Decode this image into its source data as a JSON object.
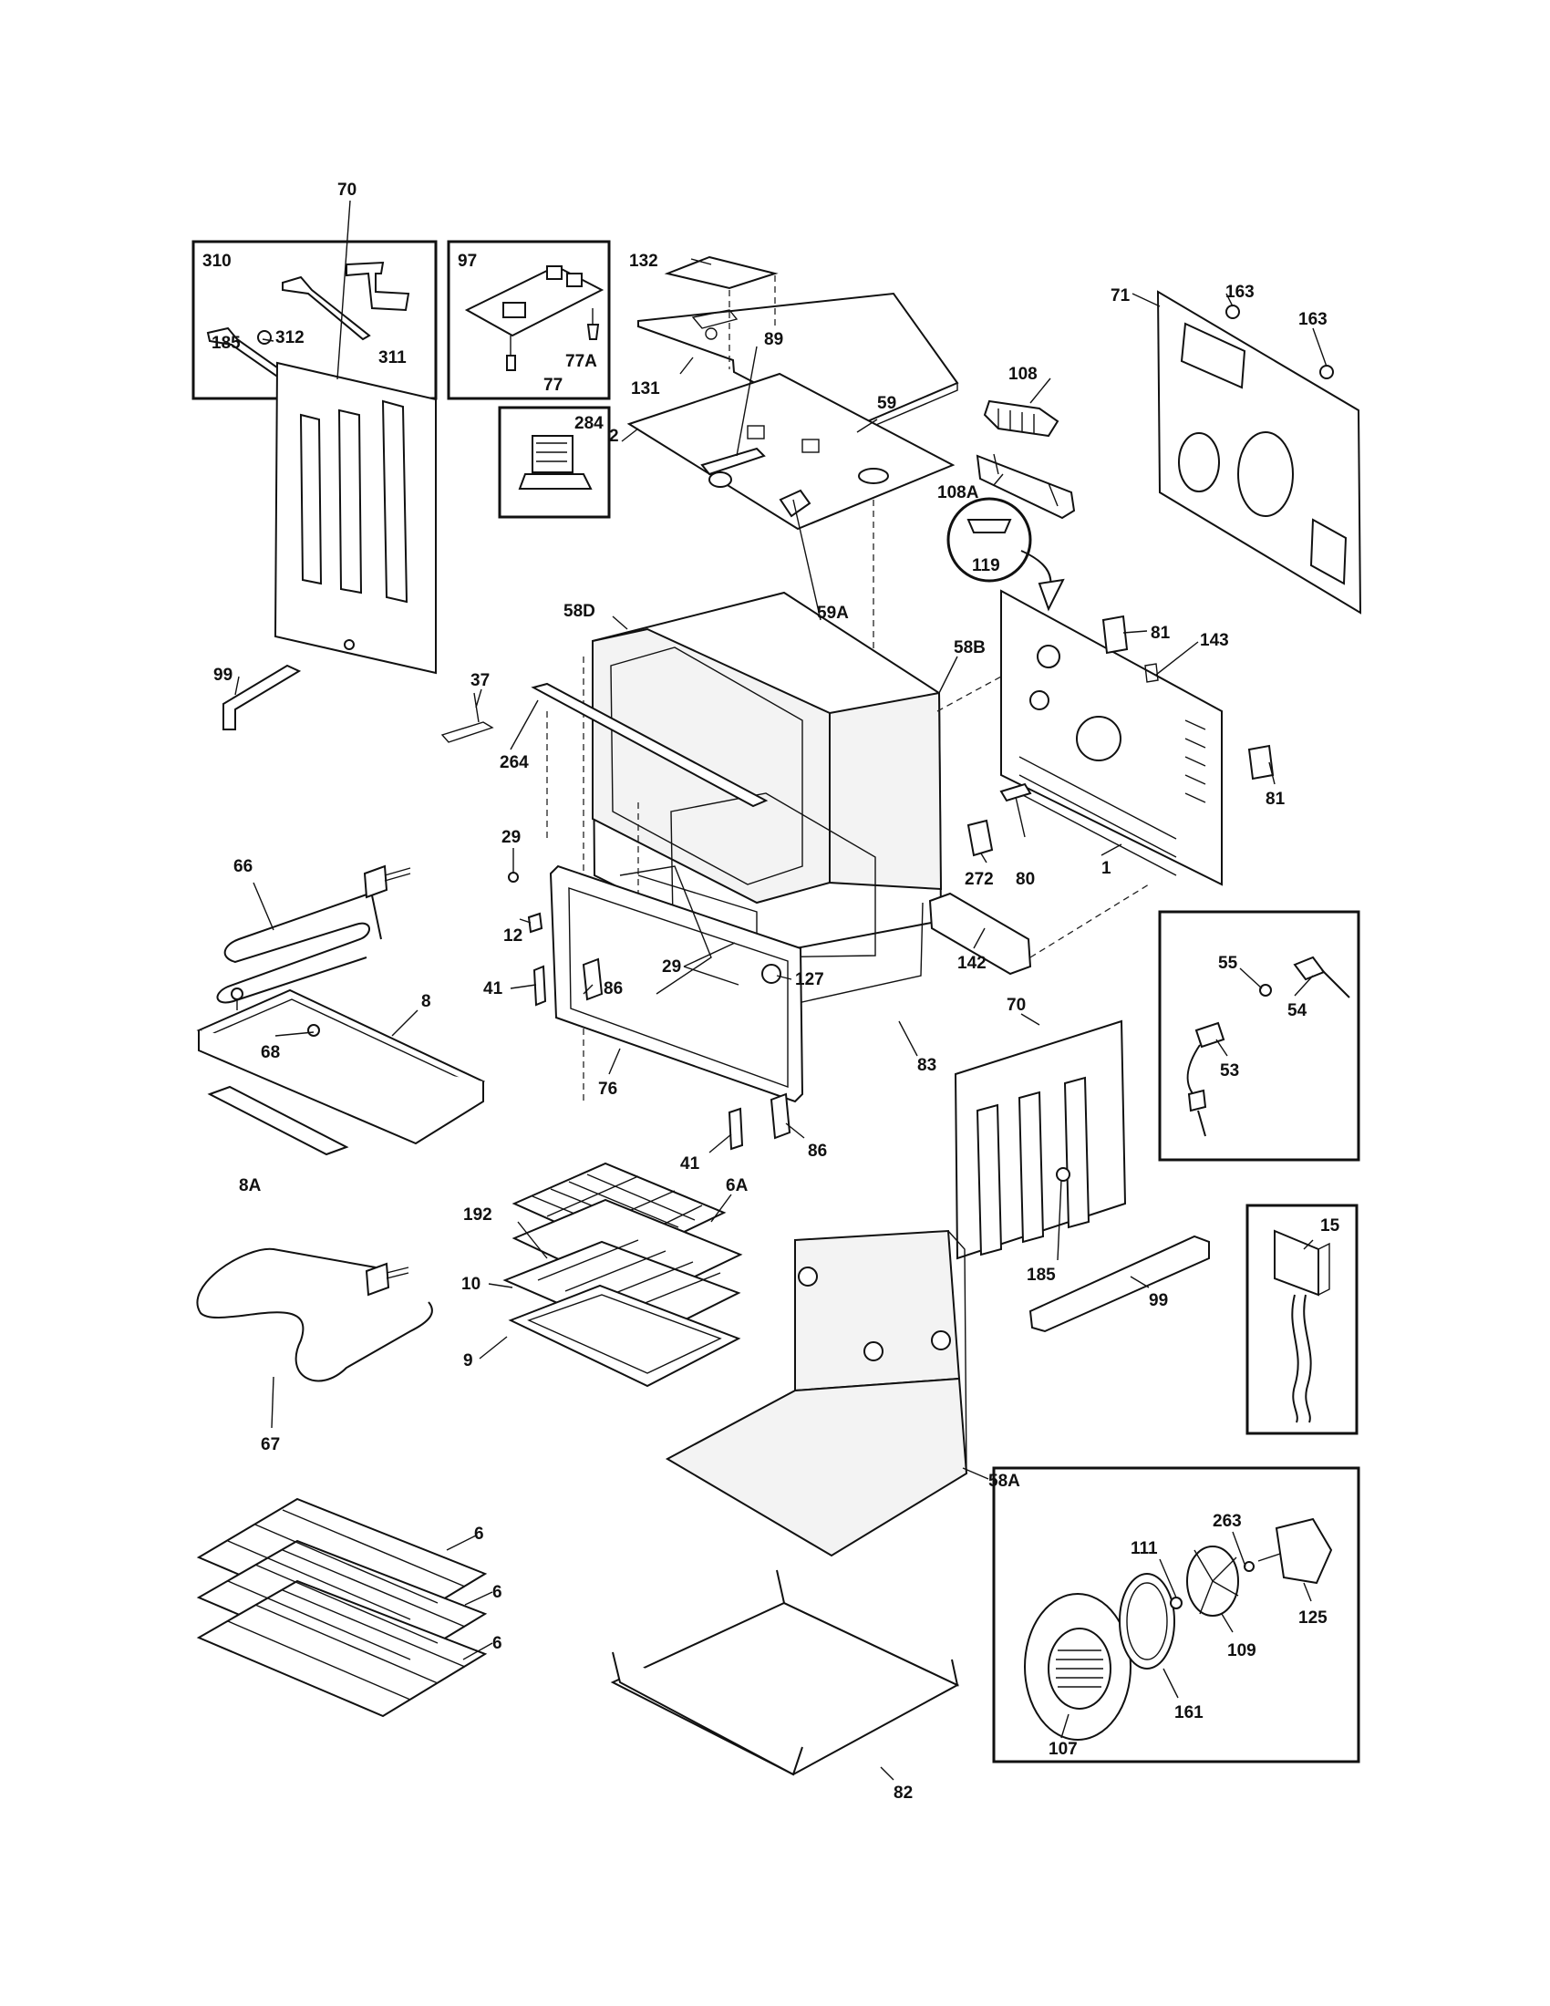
{
  "labels": {
    "l310": "310",
    "l312": "312",
    "l311": "311",
    "l97": "97",
    "l77A": "77A",
    "l77": "77",
    "l284": "284",
    "l132": "132",
    "l131": "131",
    "l59": "59",
    "l108": "108",
    "l108A": "108A",
    "l119": "119",
    "l71": "71",
    "l163a": "163",
    "l163b": "163",
    "l70a": "70",
    "l185a": "185",
    "l99a": "99",
    "l2": "2",
    "l89": "89",
    "l58D": "58D",
    "l59A": "59A",
    "l58B": "58B",
    "l37": "37",
    "l264": "264",
    "l81a": "81",
    "l143": "143",
    "l81b": "81",
    "l272": "272",
    "l80": "80",
    "l1": "1",
    "l29a": "29",
    "l12": "12",
    "l66": "66",
    "l29b": "29",
    "l127": "127",
    "l142": "142",
    "l8": "8",
    "l68": "68",
    "l41a": "41",
    "l86a": "86",
    "l76": "76",
    "l83": "83",
    "l8A": "8A",
    "l41b": "41",
    "l86b": "86",
    "l55": "55",
    "l54": "54",
    "l53": "53",
    "l70b": "70",
    "l185b": "185",
    "l99b": "99",
    "l192": "192",
    "l6A": "6A",
    "l10": "10",
    "l9": "9",
    "l67": "67",
    "l15": "15",
    "l58A": "58A",
    "l6a": "6",
    "l6b": "6",
    "l6c": "6",
    "l263": "263",
    "l111": "111",
    "l125": "125",
    "l109": "109",
    "l161": "161",
    "l107": "107",
    "l82": "82"
  }
}
